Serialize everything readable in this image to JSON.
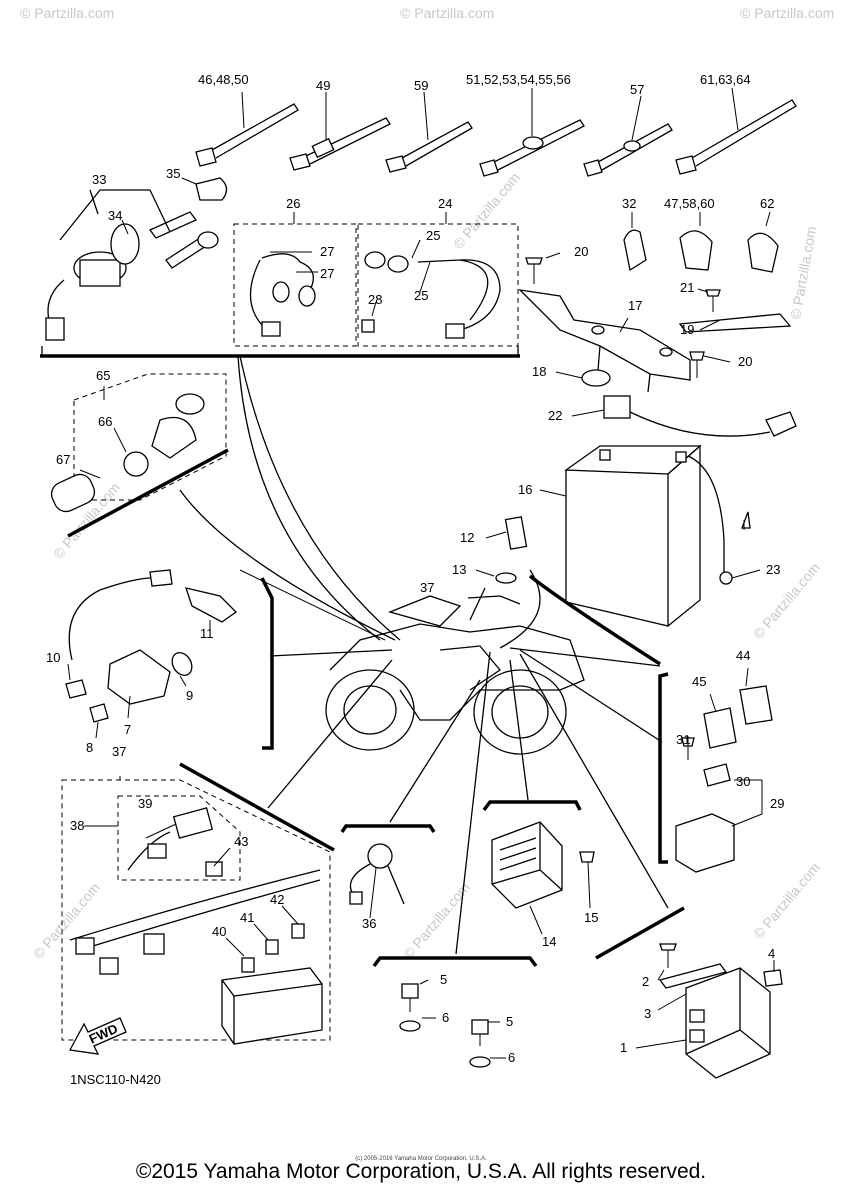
{
  "diagram_code": "1NSC110-N420",
  "copyright_main": "©2015 Yamaha Motor Corporation, U.S.A. All rights reserved.",
  "copyright_small": "(c) 2005-2016 Yamaha Motor Corporation, U.S.A.",
  "watermark": "© Partzilla.com",
  "fwd_label": "FWD",
  "callouts": {
    "c1": "1",
    "c2": "2",
    "c3": "3",
    "c4": "4",
    "c5a": "5",
    "c5b": "5",
    "c6a": "6",
    "c6b": "6",
    "c7": "7",
    "c8": "8",
    "c9": "9",
    "c10": "10",
    "c11": "11",
    "c12": "12",
    "c13": "13",
    "c14": "14",
    "c15": "15",
    "c16": "16",
    "c17": "17",
    "c18": "18",
    "c19": "19",
    "c20a": "20",
    "c20b": "20",
    "c21": "21",
    "c22": "22",
    "c23": "23",
    "c24": "24",
    "c25a": "25",
    "c25b": "25",
    "c26": "26",
    "c27a": "27",
    "c27b": "27",
    "c28": "28",
    "c29": "29",
    "c30": "30",
    "c31": "31",
    "c32": "32",
    "c33": "33",
    "c34": "34",
    "c35": "35",
    "c36": "36",
    "c37a": "37",
    "c37b": "37",
    "c38": "38",
    "c39": "39",
    "c40": "40",
    "c41": "41",
    "c42": "42",
    "c43": "43",
    "c44": "44",
    "c45": "45",
    "c46": "46,48,50",
    "c47": "47,58,60",
    "c49": "49",
    "c51": "51,52,53,54,55,56",
    "c57": "57",
    "c59": "59",
    "c61": "61,63,64",
    "c62": "62",
    "c65": "65",
    "c66": "66",
    "c67": "67"
  }
}
